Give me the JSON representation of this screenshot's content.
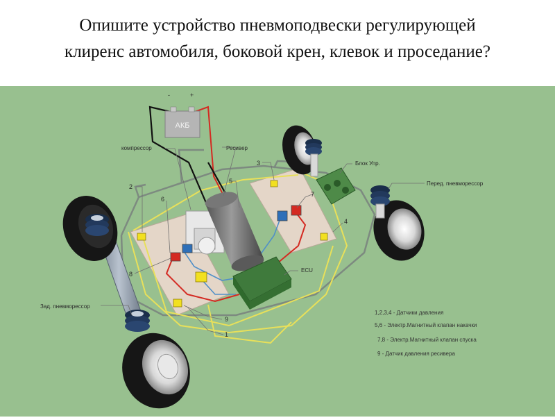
{
  "slide": {
    "title_line1": "Опишите устройство пневмоподвески регулирующей",
    "title_line2": "клиренс автомобиля, боковой крен, клевок и проседание?"
  },
  "diagram": {
    "battery": {
      "label": "АКБ",
      "minus": "-",
      "plus": "+"
    },
    "labels": {
      "compressor": "компрессор",
      "receiver": "Ресивер",
      "control_unit": "Блок Упр.",
      "front_spring": "Перед. пневморессор",
      "rear_spring": "Зад. пневморессор",
      "ecu": "ECU"
    },
    "numbers": {
      "n1": "1",
      "n2": "2",
      "n3": "3",
      "n4": "4",
      "n5": "5",
      "n6": "6",
      "n7": "7",
      "n8": "8",
      "n9": "9"
    },
    "legend": [
      "1,2,3,4 - Датчики давления",
      "5,6 - Электр.Магнитный клапан накачки",
      "7,8 - Электр.Магнитный клапан спуска",
      "9 - Датчик давления ресивера"
    ],
    "colors": {
      "background": "#98c08f",
      "wire_red": "#d42a22",
      "wire_black": "#111111",
      "wire_yellow": "#e8e05a",
      "wire_blue": "#4f8fc8",
      "wire_gray": "#7d8a80",
      "ecu": "#3f7a3c",
      "panel": "#e4d6c8"
    }
  }
}
